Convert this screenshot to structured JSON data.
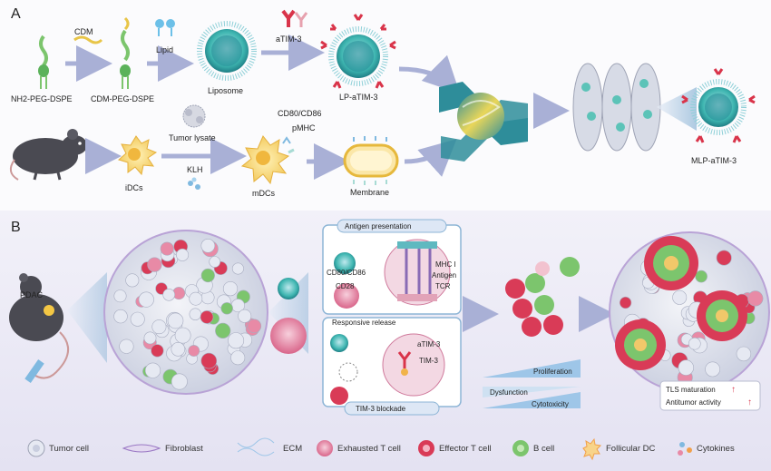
{
  "panel_a": {
    "label": "A",
    "nh2_peg_dspe": "NH2-PEG-DSPE",
    "cdm": "CDM",
    "cdm_peg_dspe": "CDM-PEG-DSPE",
    "lipid": "Lipid",
    "liposome": "Liposome",
    "atim3": "aTIM-3",
    "lp_atim3": "LP-aTIM-3",
    "idcs": "iDCs",
    "tumor_lysate": "Tumor lysate",
    "klh": "KLH",
    "mdcs": "mDCs",
    "cd80_cd86": "CD80/CD86",
    "pmhc": "pMHC",
    "membrane": "Membrane",
    "mlp_atim3": "MLP-aTIM-3"
  },
  "panel_b": {
    "label": "B",
    "pdac": "PDAC",
    "antigen_presentation": "Antigen presentation",
    "cd80_cd86": "CD80/CD86",
    "cd28": "CD28",
    "mhc_i": "MHC I",
    "antigen": "Antigen",
    "tcr": "TCR",
    "responsive_release": "Responsive release",
    "atim3": "aTIM-3",
    "tim3": "TIM-3",
    "tim3_blockade": "TIM-3 blockade",
    "proliferation": "Proliferation",
    "dysfunction": "Dysfunction",
    "cytotoxicity": "Cytotoxicity",
    "tls_maturation": "TLS maturation",
    "antitumor_activity": "Antitumor activity"
  },
  "legend": [
    {
      "label": "Tumor cell"
    },
    {
      "label": "Fibroblast"
    },
    {
      "label": "ECM"
    },
    {
      "label": "Exhausted T cell"
    },
    {
      "label": "Effector T cell"
    },
    {
      "label": "B cell"
    },
    {
      "label": "Follicular DC"
    },
    {
      "label": "Cytokines"
    }
  ],
  "colors": {
    "arrow": "#a9b0d6",
    "liposome_teal": "#3fb6b1",
    "antibody_red": "#d9344a",
    "b_cell_green": "#7cc56d",
    "effector_red": "#d93b57",
    "exhausted_pink": "#e88aa6",
    "dc_orange": "#f1a04a",
    "panel_bg_b": "#eceaf6"
  }
}
